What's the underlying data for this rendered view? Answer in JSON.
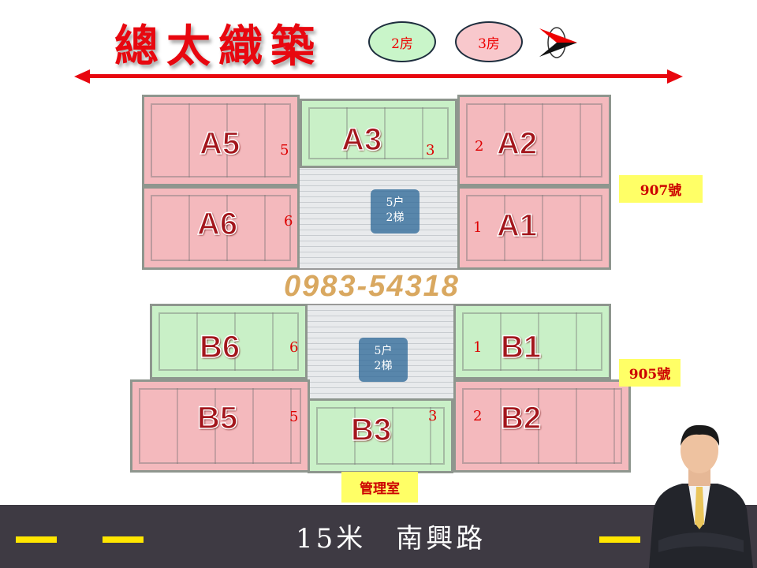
{
  "header": {
    "title": "總太織築",
    "legend": [
      {
        "label": "2房",
        "color": "#c9f5c9"
      },
      {
        "label": "3房",
        "color": "#f8c8cc"
      }
    ],
    "compass_icon": "north-arrow-icon"
  },
  "building_907": {
    "label": "907號",
    "core": {
      "households": "5户",
      "elevators": "2梯"
    },
    "units": [
      {
        "id": "A5",
        "num": "5"
      },
      {
        "id": "A3",
        "num": "3"
      },
      {
        "id": "A2",
        "num": "2"
      },
      {
        "id": "A6",
        "num": "6"
      },
      {
        "id": "A1",
        "num": "1"
      }
    ]
  },
  "building_905": {
    "label": "905號",
    "core": {
      "households": "5户",
      "elevators": "2梯"
    },
    "units": [
      {
        "id": "B6",
        "num": "6"
      },
      {
        "id": "B1",
        "num": "1"
      },
      {
        "id": "B5",
        "num": "5"
      },
      {
        "id": "B3",
        "num": "3"
      },
      {
        "id": "B2",
        "num": "2"
      }
    ]
  },
  "watermark": "0983-54318",
  "management_office": "管理室",
  "road": {
    "label": "15米　南興路"
  },
  "colors": {
    "accent": "#e8070f",
    "road": "#3e3a43",
    "three_room": "#f4b9bd",
    "two_room": "#c9f0c7",
    "tag": "#ffff66"
  }
}
